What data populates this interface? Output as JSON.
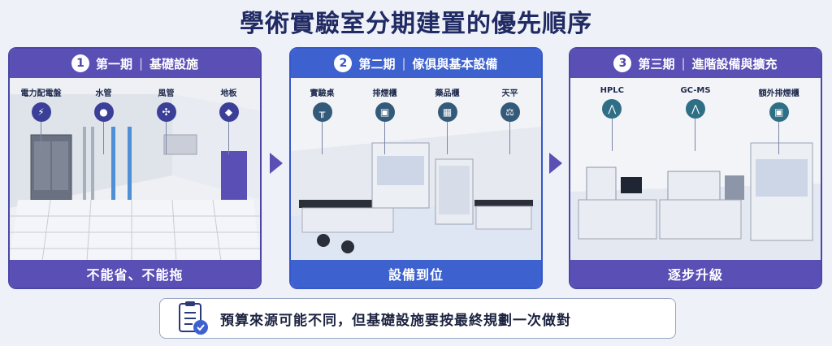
{
  "title": "學術實驗室分期建置的優先順序",
  "phases": [
    {
      "number": "1",
      "name": "第一期",
      "separator": "|",
      "subtitle": "基礎設施",
      "icons": [
        {
          "label": "電力配電盤",
          "icon": "lightning-icon"
        },
        {
          "label": "水管",
          "icon": "water-drop-icon"
        },
        {
          "label": "風管",
          "icon": "fan-icon"
        },
        {
          "label": "地板",
          "icon": "cube-icon"
        }
      ],
      "footer": "不能省、不能拖"
    },
    {
      "number": "2",
      "name": "第二期",
      "separator": "|",
      "subtitle": "傢俱與基本設備",
      "icons": [
        {
          "label": "實驗桌",
          "icon": "table-icon"
        },
        {
          "label": "排煙櫃",
          "icon": "fume-hood-icon"
        },
        {
          "label": "藥品櫃",
          "icon": "cabinet-icon"
        },
        {
          "label": "天平",
          "icon": "balance-icon"
        }
      ],
      "footer": "設備到位"
    },
    {
      "number": "3",
      "name": "第三期",
      "separator": "|",
      "subtitle": "進階設備與擴充",
      "icons": [
        {
          "label": "HPLC",
          "icon": "chromatogram-icon"
        },
        {
          "label": "GC-MS",
          "icon": "spectrum-icon"
        },
        {
          "label": "額外排煙櫃",
          "icon": "fume-hood-icon"
        }
      ],
      "footer": "逐步升級"
    }
  ],
  "note": "預算來源可能不同，但基礎設施要按最終規劃一次做對",
  "colors": {
    "title": "#202a63",
    "phase1": "#5a4fb5",
    "phase2": "#3d62cf",
    "phase3": "#5a4fb5"
  }
}
